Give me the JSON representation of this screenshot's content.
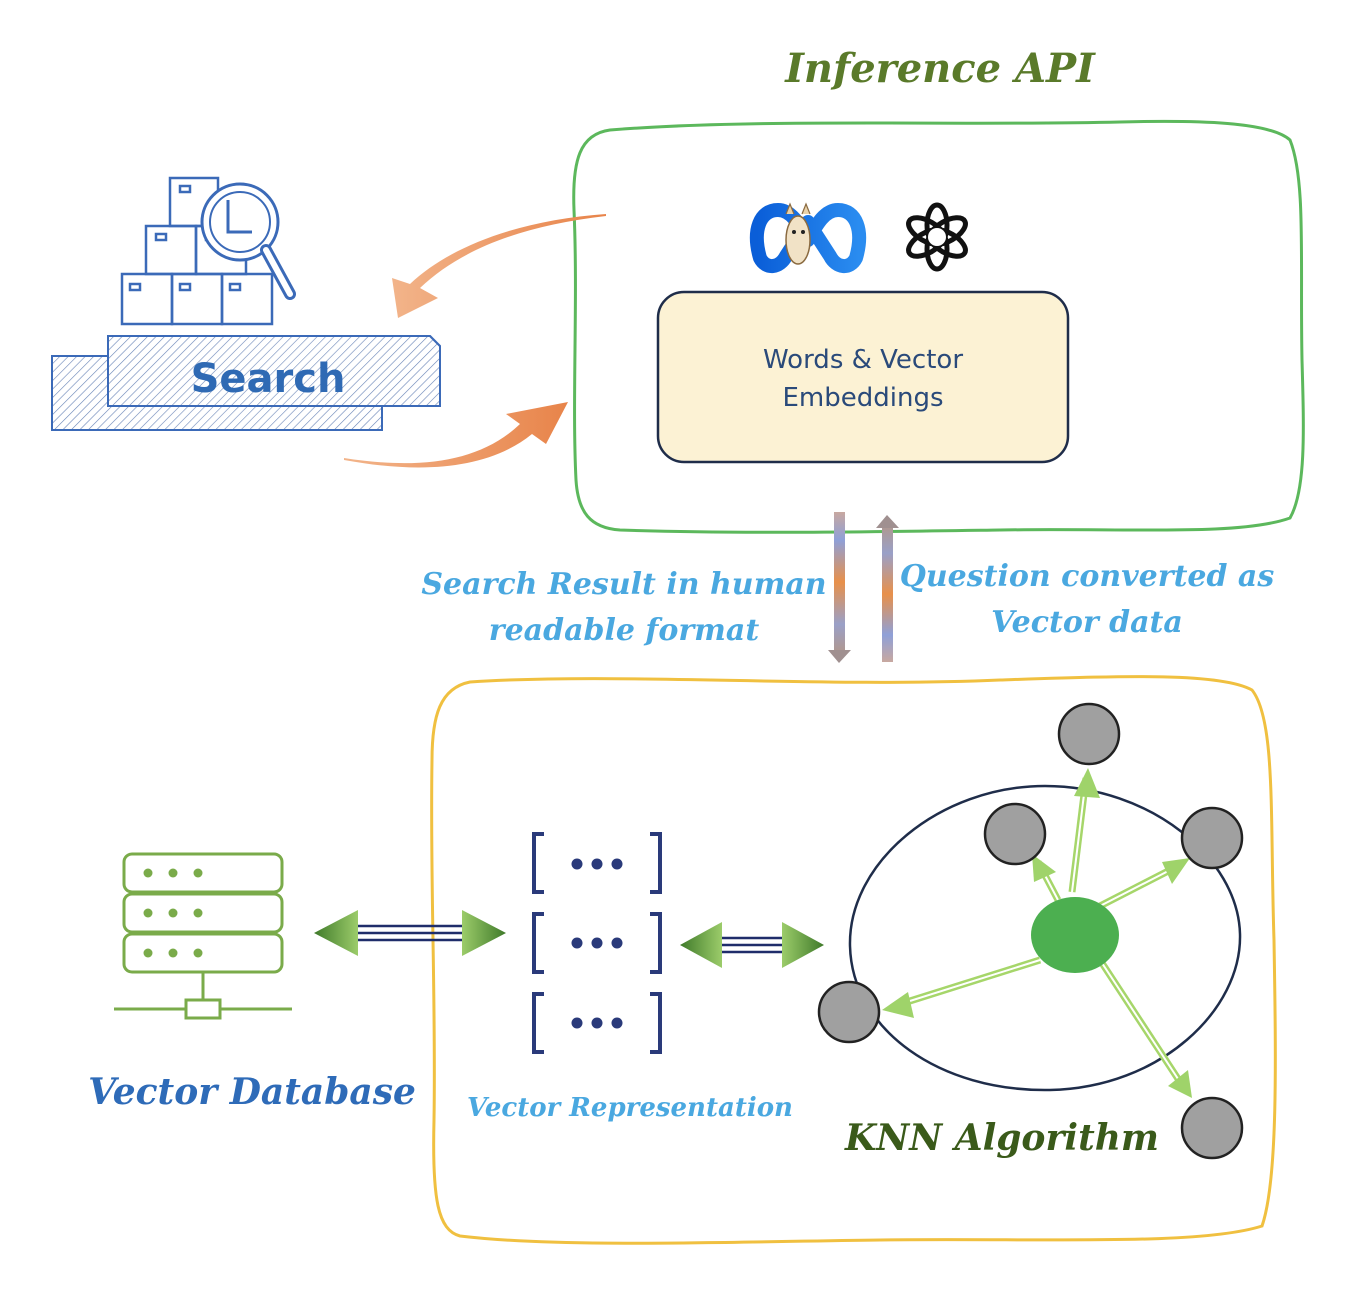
{
  "inference": {
    "title": "Inference API",
    "embeddings_line1": "Words & Vector",
    "embeddings_line2": "Embeddings",
    "logos": [
      "meta-llama-logo",
      "openai-logo"
    ]
  },
  "search": {
    "label": "Search",
    "icon": "package-search-icon"
  },
  "flow": {
    "result_line1": "Search Result in human",
    "result_line2": "readable format",
    "question_line1": "Question converted as",
    "question_line2": "Vector data"
  },
  "bottom": {
    "database_label": "Vector Database",
    "representation_label": "Vector Representation",
    "knn_label": "KNN Algorithm",
    "vector_rows": [
      "[ ••• ]",
      "[ ••• ]",
      "[ ••• ]"
    ]
  },
  "colors": {
    "green_border": "#5cb85c",
    "yellow_border": "#f0c040",
    "title_green": "#5a7a2a",
    "label_blue": "#4aa8e0",
    "db_blue": "#2e6bb8",
    "knn_dark_green": "#3a5a1a",
    "orange_arrow": "#e8905a",
    "box_fill": "#fcf2d4",
    "box_border": "#1f2d4a",
    "node_gray": "#a0a0a0",
    "center_green": "#4caf50",
    "arrow_light_green": "#a6d66a"
  }
}
